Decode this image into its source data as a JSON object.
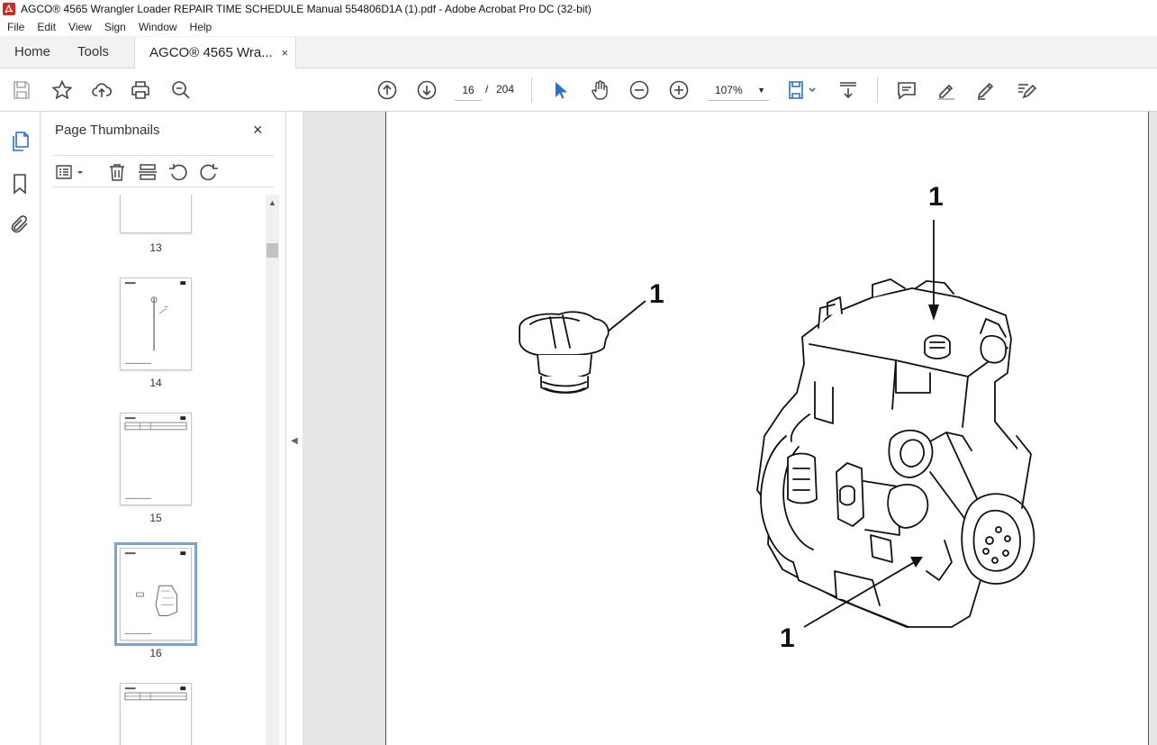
{
  "window": {
    "title": "AGCO® 4565 Wrangler Loader REPAIR TIME SCHEDULE Manual 554806D1A (1).pdf - Adobe Acrobat Pro DC (32-bit)"
  },
  "menu": [
    "File",
    "Edit",
    "View",
    "Sign",
    "Window",
    "Help"
  ],
  "tabs": {
    "home": "Home",
    "tools": "Tools",
    "document": "AGCO® 4565 Wra...",
    "close": "×"
  },
  "toolbar": {
    "current_page": "16",
    "page_separator": "/",
    "total_pages": "204",
    "zoom": "107%"
  },
  "thumbnails_panel": {
    "title": "Page Thumbnails",
    "close": "×",
    "pages": [
      {
        "label": "13",
        "selected": false
      },
      {
        "label": "14",
        "selected": false
      },
      {
        "label": "15",
        "selected": false
      },
      {
        "label": "16",
        "selected": true
      },
      {
        "label": "",
        "selected": false
      }
    ]
  },
  "document": {
    "callouts": [
      "1",
      "1",
      "1"
    ]
  },
  "colors": {
    "accent": "#2a6fc9",
    "selection_outline": "#7aa4cf",
    "adobe_red": "#d1271d"
  }
}
